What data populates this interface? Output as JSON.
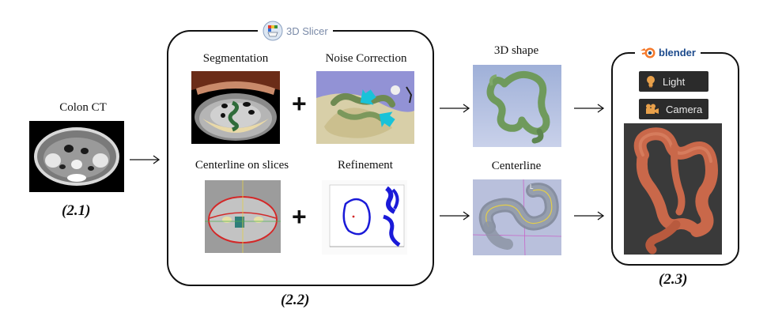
{
  "input": {
    "label": "Colon CT",
    "stage": "(2.1)"
  },
  "processing": {
    "tool": "3D Slicer",
    "stage": "(2.2)",
    "panels": [
      {
        "label": "Segmentation"
      },
      {
        "label": "Noise Correction"
      },
      {
        "label": "Centerline on slices"
      },
      {
        "label": "Refinement"
      }
    ],
    "operator": "+"
  },
  "outputs": [
    {
      "label": "3D shape"
    },
    {
      "label": "Centerline"
    }
  ],
  "render": {
    "tool": "blender",
    "stage": "(2.3)",
    "buttons": [
      {
        "label": "Light",
        "icon": "bulb-icon"
      },
      {
        "label": "Camera",
        "icon": "camera-icon"
      }
    ]
  },
  "colors": {
    "colon_green": "#6f9a5c",
    "colon_render": "#c9684a",
    "box_border": "#111111",
    "refine_blue": "#1a1ad8"
  }
}
